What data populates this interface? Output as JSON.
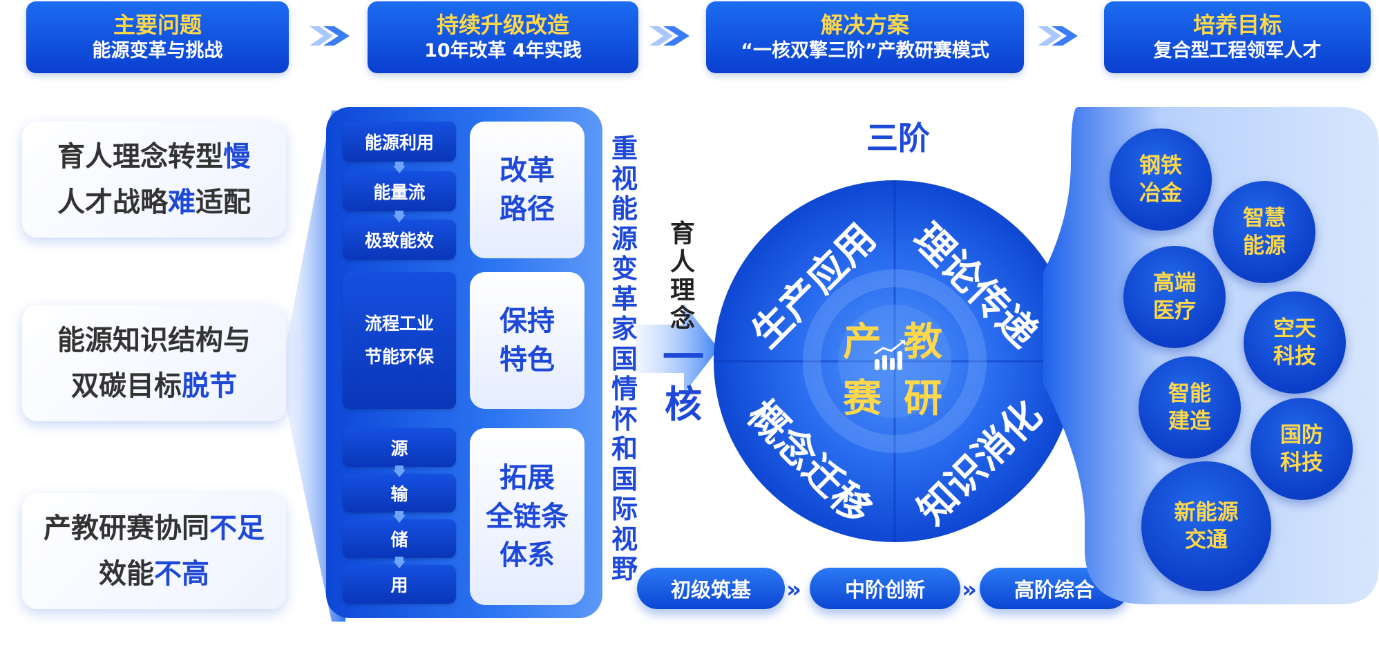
{
  "headers": [
    {
      "title": "主要问题",
      "subtitle": "能源变革与挑战"
    },
    {
      "title": "持续升级改造",
      "subtitle": "10年改革  4年实践"
    },
    {
      "title": "解决方案",
      "subtitle": "“一核双擎三阶”产教研赛模式"
    },
    {
      "title": "培养目标",
      "subtitle": "复合型工程领军人才"
    }
  ],
  "problems": [
    {
      "line1": "育人理念转型",
      "line1_hl": "慢",
      "line2": "人才战略",
      "line2_hl": "难",
      "line2_tail": "适配"
    },
    {
      "line1": "能源知识结构与",
      "line2": "双碳目标",
      "line2_hl": "脱节"
    },
    {
      "line1": "产教研赛协同",
      "line1_hl": "不足",
      "line2": "效能",
      "line2_hl": "不高"
    }
  ],
  "reform": {
    "group1_items": [
      "能源利用",
      "能量流",
      "极致能效"
    ],
    "group1_label": [
      "改革",
      "路径"
    ],
    "group2_item": [
      "流程工业",
      "节能环保"
    ],
    "group2_label": [
      "保持",
      "特色"
    ],
    "group3_items": [
      "源",
      "输",
      "储",
      "用"
    ],
    "group3_label": [
      "拓展",
      "全链条",
      "体系"
    ]
  },
  "vertical_text": "重视能源变革家国情怀和国际视野",
  "core": {
    "idea": "育人理念",
    "one": "一",
    "core": "核"
  },
  "three_stages_title": "三阶",
  "quadrants": {
    "tl": "生产应用",
    "tr": "理论传递",
    "bl": "概念迁移",
    "br": "知识消化"
  },
  "center": {
    "a": "产",
    "b": "教",
    "c": "赛",
    "d": "研"
  },
  "stages": [
    "初级筑基",
    "中阶创新",
    "高阶综合"
  ],
  "stage_sep": "»",
  "goals": [
    [
      "钢铁",
      "冶金"
    ],
    [
      "智慧",
      "能源"
    ],
    [
      "高端",
      "医疗"
    ],
    [
      "空天",
      "科技"
    ],
    [
      "智能",
      "建造"
    ],
    [
      "国防",
      "科技"
    ],
    [
      "新能源",
      "交通"
    ]
  ],
  "colors": {
    "primary": "#0c46d3",
    "accent_yellow": "#ffd84a",
    "highlight": "#1d48d8"
  }
}
